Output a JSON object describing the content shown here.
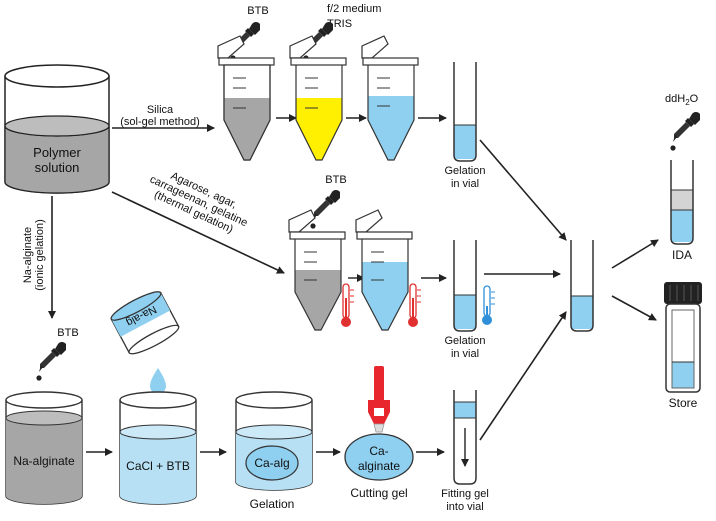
{
  "labels": {
    "polymer_solution_line1": "Polymer",
    "polymer_solution_line2": "solution",
    "silica_line1": "Silica",
    "silica_line2": "(sol-gel method)",
    "thermal_line1": "Agarose, agar,",
    "thermal_line2": "carrageenan, gelatine",
    "thermal_line3": "(thermal gelation)",
    "ionic_line1": "Na-alginate",
    "ionic_line2": "(ionic gelation)",
    "btb_top": "BTB",
    "f2_medium": "f/2 medium",
    "tris": "TRIS",
    "btb_middle": "BTB",
    "btb_bottom": "BTB",
    "gelation_vial1_line1": "Gelation",
    "gelation_vial1_line2": "in vial",
    "gelation_vial2_line1": "Gelation",
    "gelation_vial2_line2": "in vial",
    "ddh2o_dd": "ddH",
    "ddh2o_sub": "2",
    "ddh2o_o": "O",
    "ida": "IDA",
    "store": "Store",
    "na_alg_bottle": "Na-alg",
    "na_alginate_beaker": "Na-alginate",
    "cacl_btb": "CaCl + BTB",
    "ca_alg": "Ca-alg",
    "gelation": "Gelation",
    "ca_alginate_line1": "Ca-",
    "ca_alginate_line2": "alginate",
    "cutting_gel": "Cutting gel",
    "fitting_line1": "Fitting gel",
    "fitting_line2": "into vial"
  },
  "colors": {
    "gray_liquid": "#a6a6a6",
    "yellow_liquid": "#ffef00",
    "blue_liquid": "#8fd0f0",
    "thermo_red": "#e03030",
    "thermo_blue": "#2f8fd8",
    "cutter_red": "#e8262e"
  },
  "icons": [
    "dropper-icon",
    "thermometer-icon",
    "vial-cap-icon",
    "gel-cutter-icon",
    "bottle-icon"
  ]
}
